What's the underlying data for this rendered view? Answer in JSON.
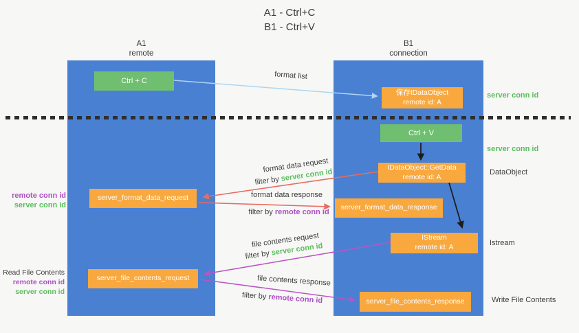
{
  "title": {
    "line1": "A1 - Ctrl+C",
    "line2": "B1 - Ctrl+V"
  },
  "columns": {
    "left": {
      "header_line1": "A1",
      "header_line2": "remote"
    },
    "right": {
      "header_line1": "B1",
      "header_line2": "connection"
    }
  },
  "boxes": {
    "ctrl_c": {
      "label": "Ctrl + C"
    },
    "save_idataobject": {
      "line1": "保存IDataObject",
      "line2": "remote id: A"
    },
    "ctrl_v": {
      "label": "Ctrl + V"
    },
    "getdata": {
      "line1": "IDataObject::GetData",
      "line2": "remote id: A"
    },
    "format_request": {
      "label": "server_format_data_request"
    },
    "format_response": {
      "label": "server_format_data_response"
    },
    "istream": {
      "line1": "IStream",
      "line2": "remote id: A"
    },
    "file_request": {
      "label": "server_file_contents_request"
    },
    "file_response": {
      "label": "server_file_contents_response"
    }
  },
  "arrow_labels": {
    "format_list": "format list",
    "format_data_request": "format data request",
    "format_data_response": "format data response",
    "file_contents_request": "file contents request",
    "file_contents_response": "file contents response",
    "filter_by": "filter by ",
    "server_conn_id": "server conn id",
    "remote_conn_id": "remote conn id"
  },
  "side_labels": {
    "server_conn_id_top": "server conn id",
    "server_conn_id_mid": "server conn id",
    "dataobject": "DataObject",
    "istream": "Istream",
    "write_file_contents": "Write File Contents",
    "read_file_contents": "Read File Contents",
    "remote_conn_id": "remote conn id",
    "server_conn_id": "server conn id"
  },
  "colors": {
    "background": "#f7f7f6",
    "lifeline_blue": "#4a80d2",
    "box_green": "#70bf71",
    "box_orange": "#f9a83e",
    "text_green": "#5cbd5e",
    "text_purple": "#ad4fc4",
    "arrow_light_blue": "#aed5f2",
    "arrow_salmon": "#e96c60",
    "arrow_magenta": "#bc53c4",
    "arrow_black": "#1d1d1d",
    "text_dark": "#3c3c3c"
  }
}
